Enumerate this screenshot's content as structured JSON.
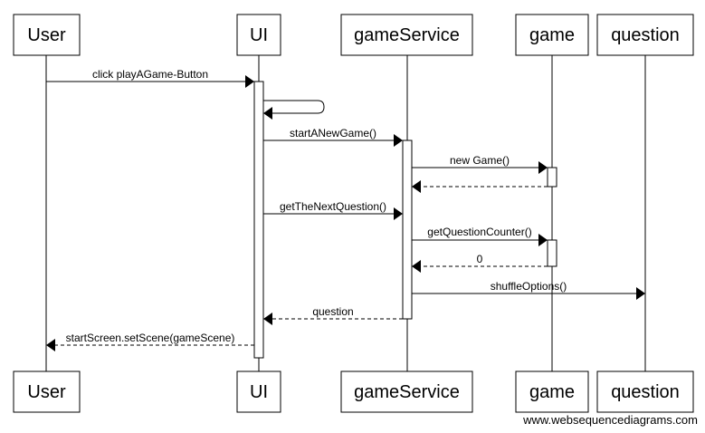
{
  "diagram": {
    "participants": [
      {
        "id": "user",
        "label": "User"
      },
      {
        "id": "ui",
        "label": "UI"
      },
      {
        "id": "gameService",
        "label": "gameService"
      },
      {
        "id": "game",
        "label": "game"
      },
      {
        "id": "question",
        "label": "question"
      }
    ],
    "messages": [
      {
        "label": "click playAGame-Button"
      },
      {
        "label": ""
      },
      {
        "label": "startANewGame()"
      },
      {
        "label": "new Game()"
      },
      {
        "label": ""
      },
      {
        "label": "getTheNextQuestion()"
      },
      {
        "label": "getQuestionCounter()"
      },
      {
        "label": "0"
      },
      {
        "label": "shuffleOptions()"
      },
      {
        "label": "question"
      },
      {
        "label": "startScreen.setScene(gameScene)"
      }
    ],
    "watermark": "www.websequencediagrams.com"
  }
}
